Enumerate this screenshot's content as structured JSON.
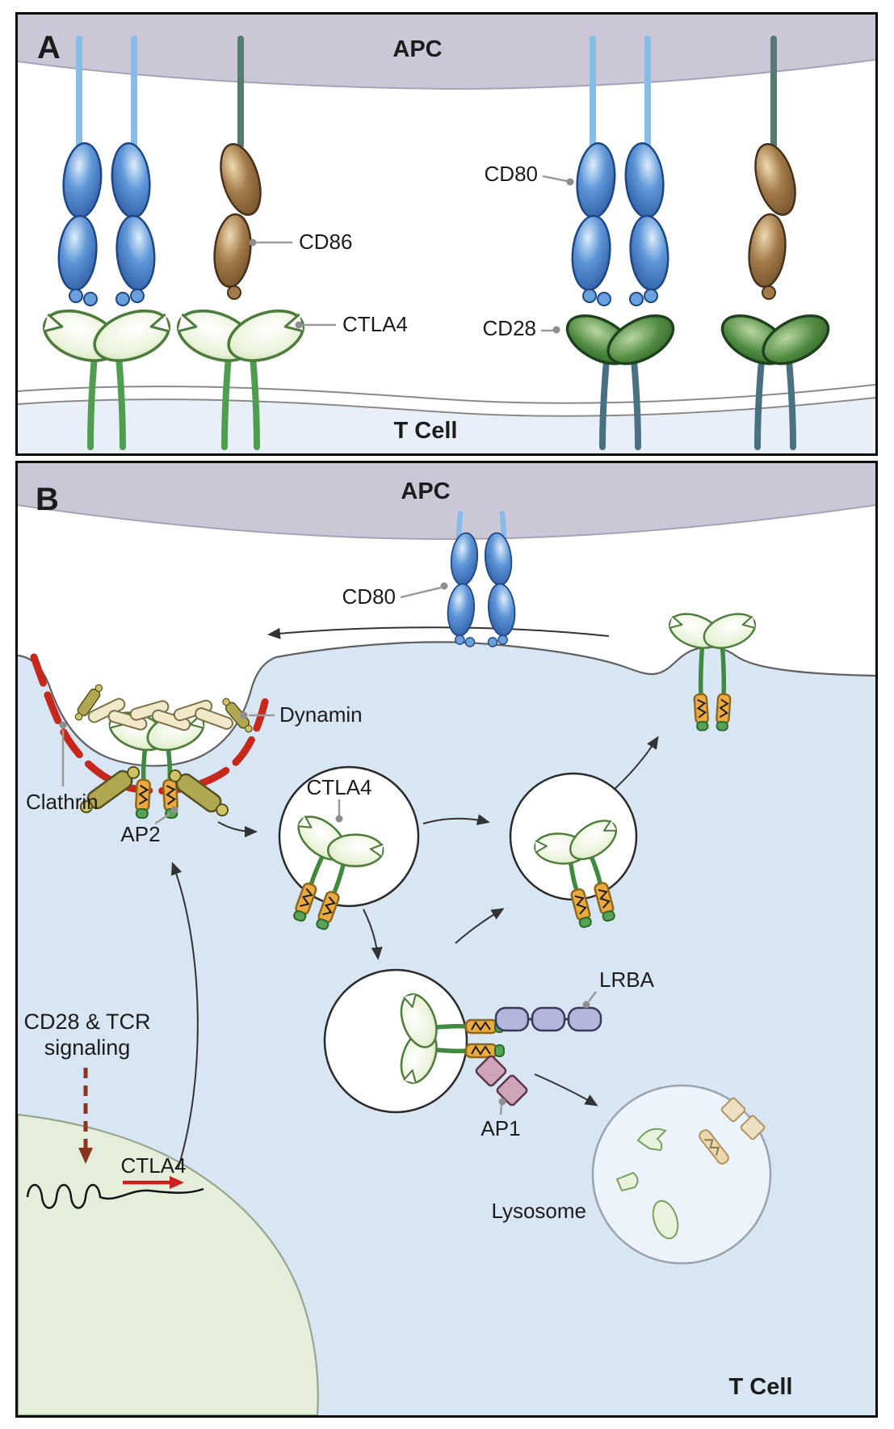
{
  "panel_a": {
    "panel_letter": "A",
    "apc_label": "APC",
    "t_cell_label": "T Cell",
    "cd86_label": "CD86",
    "ctla4_label": "CTLA4",
    "cd80_label": "CD80",
    "cd28_label": "CD28"
  },
  "panel_b": {
    "panel_letter": "B",
    "apc_label": "APC",
    "t_cell_label": "T Cell",
    "cd80_label": "CD80",
    "dynamin_label": "Dynamin",
    "clathrin_label": "Clathrin",
    "ap2_label": "AP2",
    "ctla4_vesicle_label": "CTLA4",
    "signaling_label_line1": "CD28 & TCR",
    "signaling_label_line2": "signaling",
    "ctla4_gene_label": "CTLA4",
    "lrba_label": "LRBA",
    "ap1_label": "AP1",
    "lysosome_label": "Lysosome"
  },
  "colors": {
    "apc_membrane": "#ccc7d6",
    "t_cell_cytoplasm": "#d8e5f3",
    "t_cell_membrane_band": "#e9eff8",
    "cd80_blue": "#4a7fc1",
    "cd86_brown": "#96703f",
    "ctla4_light_green": "#dcebc4",
    "cd28_dark_green": "#4a8440",
    "clathrin_red": "#c8271b",
    "dynamin_cream": "#f0e8c8",
    "ap2_olive": "#b0a850",
    "tail_motif_orange": "#eba93e",
    "lrba_lavender": "#b2b6dc",
    "ap1_mauve": "#cfa3b8",
    "nucleus_green": "#e5eeda",
    "signaling_arrow_brick": "#8a3522",
    "transcription_arrow_red": "#cc2020"
  }
}
